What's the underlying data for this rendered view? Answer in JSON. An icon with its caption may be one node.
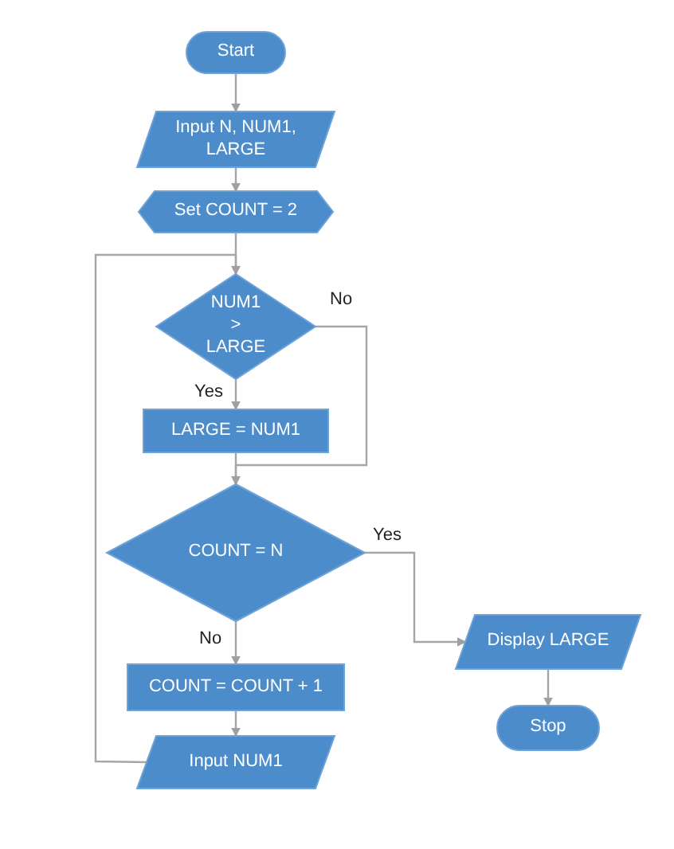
{
  "diagram": {
    "nodes": [
      {
        "text": [
          "Start"
        ]
      },
      {
        "text": [
          "Input N, NUM1, LARGE"
        ]
      },
      {
        "text": [
          "Set COUNT = 2"
        ]
      },
      {
        "text": [
          "NUM1 > LARGE"
        ]
      },
      {
        "text": [
          "LARGE = NUM1"
        ]
      },
      {
        "text": [
          "COUNT = N"
        ]
      },
      {
        "text": [
          "COUNT = COUNT + 1"
        ]
      },
      {
        "text": [
          "Input NUM1"
        ]
      },
      {
        "text": [
          "Display LARGE"
        ]
      },
      {
        "text": [
          "Stop"
        ]
      }
    ],
    "edges": [
      {
        "from": 0,
        "to": 1,
        "arrow": "to"
      },
      {
        "from": 1,
        "to": 2,
        "arrow": "to"
      },
      {
        "from": 2,
        "to": 3,
        "arrow": "to"
      },
      {
        "from": 3,
        "to": 4,
        "label": "Yes",
        "arrow": "to"
      },
      {
        "from": 3,
        "to": 5,
        "label": "No",
        "arrow": "to"
      },
      {
        "from": 4,
        "to": 5,
        "arrow": "to"
      },
      {
        "from": 5,
        "to": 8,
        "label": "Yes",
        "arrow": "to"
      },
      {
        "from": 5,
        "to": 6,
        "label": "No",
        "arrow": "to"
      },
      {
        "from": 6,
        "to": 7,
        "arrow": "to"
      },
      {
        "from": 7,
        "to": 3,
        "arrow": "to"
      },
      {
        "from": 8,
        "to": 9,
        "arrow": "to"
      }
    ]
  }
}
